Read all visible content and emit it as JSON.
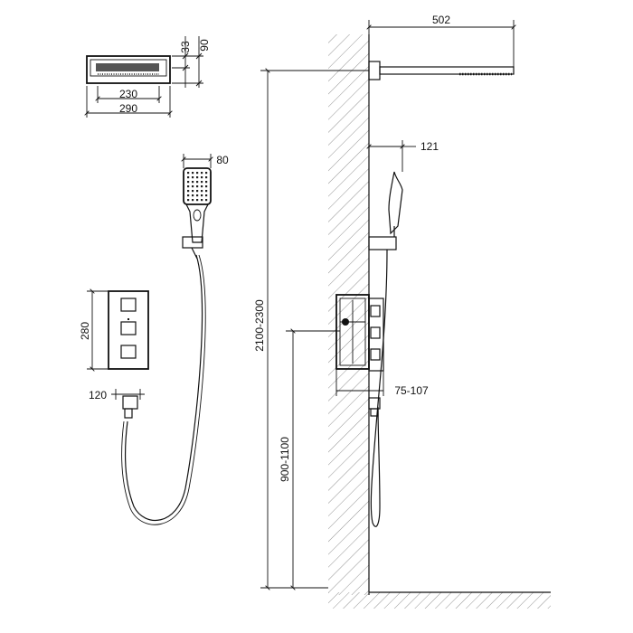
{
  "diagram": {
    "dimensions": {
      "overhead_length": "502",
      "head_thickness": "33",
      "head_total_height": "90",
      "head_inner_width": "230",
      "head_outer_width": "290",
      "handshower_width": "80",
      "handshower_projection": "121",
      "mixer_height": "280",
      "outlet_width": "120",
      "head_height_range": "2100-2300",
      "mixer_height_range": "900-1100",
      "mixer_depth_range": "75-107"
    }
  }
}
